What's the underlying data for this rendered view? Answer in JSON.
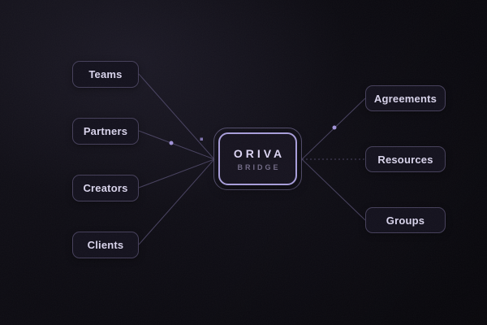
{
  "diagram": {
    "center_node": {
      "title": "ORIVA",
      "subtitle": "BRIDGE"
    },
    "left_nodes": [
      {
        "id": "teams",
        "label": "Teams"
      },
      {
        "id": "partners",
        "label": "Partners"
      },
      {
        "id": "creators",
        "label": "Creators"
      },
      {
        "id": "clients",
        "label": "Clients"
      }
    ],
    "right_nodes": [
      {
        "id": "agreements",
        "label": "Agreements"
      },
      {
        "id": "resources",
        "label": "Resources"
      },
      {
        "id": "groups",
        "label": "Groups"
      }
    ],
    "connections": [
      {
        "from": "Teams",
        "to": "ORIVA",
        "style": "solid"
      },
      {
        "from": "Partners",
        "to": "ORIVA",
        "style": "solid"
      },
      {
        "from": "Creators",
        "to": "ORIVA",
        "style": "solid"
      },
      {
        "from": "Clients",
        "to": "ORIVA",
        "style": "solid"
      },
      {
        "from": "ORIVA",
        "to": "Agreements",
        "style": "solid"
      },
      {
        "from": "ORIVA",
        "to": "Resources",
        "style": "dashed"
      },
      {
        "from": "ORIVA",
        "to": "Groups",
        "style": "solid"
      }
    ],
    "colors": {
      "background": "#0a090f",
      "node_background": "#13111d",
      "node_border": "#453f5a",
      "node_text": "#d9d4ec",
      "center_border_accent": "#a89eda",
      "edge_line": "#534c6e",
      "particle_dot": "#a193d8"
    }
  }
}
